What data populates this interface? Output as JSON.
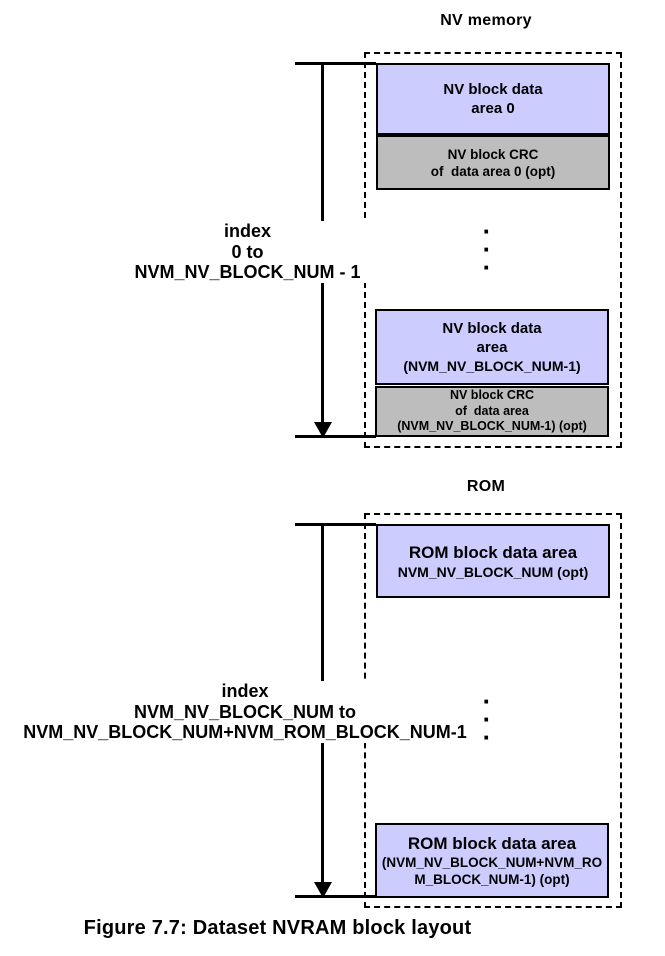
{
  "figure": {
    "caption": "Figure 7.7: Dataset NVRAM block layout"
  },
  "colors": {
    "data_block_fill": "#ccccff",
    "crc_block_fill": "#bdbdbd",
    "line_color": "#000000",
    "background": "#ffffff"
  },
  "nv_section": {
    "title": "NV memory",
    "index_label": "index\n0 to\nNVM_NV_BLOCK_NUM - 1",
    "ellipsis": "·\n·\n·",
    "first_data_block": {
      "label": "NV block data\narea 0"
    },
    "first_crc_block": {
      "label": "NV block CRC\nof  data area 0 (opt)"
    },
    "last_data_block": {
      "label": "NV block data\narea",
      "sublabel": "(NVM_NV_BLOCK_NUM-1)"
    },
    "last_crc_block": {
      "label": "NV block CRC\nof  data area\n(NVM_NV_BLOCK_NUM-1) (opt)"
    }
  },
  "rom_section": {
    "title": "ROM",
    "index_label": "index\nNVM_NV_BLOCK_NUM to\nNVM_NV_BLOCK_NUM+NVM_ROM_BLOCK_NUM-1",
    "ellipsis": "·\n·\n·",
    "first_data_block": {
      "label": "ROM block data area",
      "sublabel": "NVM_NV_BLOCK_NUM (opt)"
    },
    "last_data_block": {
      "label": "ROM block data area",
      "sublabel": "(NVM_NV_BLOCK_NUM+NVM_RO\nM_BLOCK_NUM-1) (opt)"
    }
  }
}
